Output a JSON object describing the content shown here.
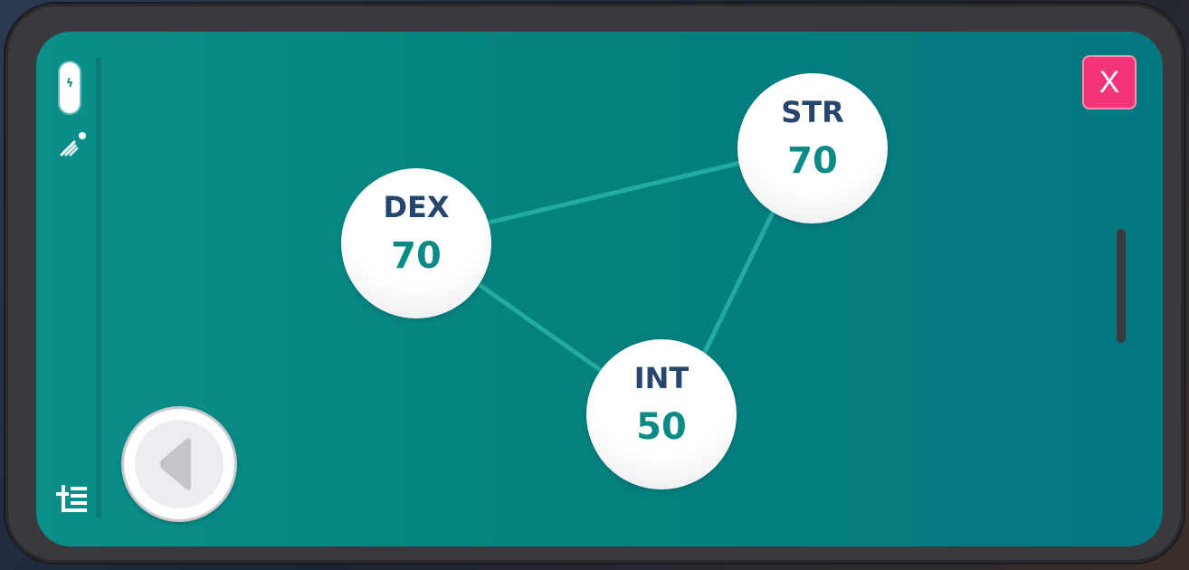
{
  "close_label": "X",
  "stats": {
    "dex": {
      "label": "DEX",
      "value": "70"
    },
    "str": {
      "label": "STR",
      "value": "70"
    },
    "int": {
      "label": "INT",
      "value": "50"
    }
  },
  "icons": {
    "battery": "battery-icon",
    "signal": "signal-icon",
    "tools": "tools-icon",
    "back": "back-arrow-icon"
  },
  "colors": {
    "accent_close": "#f2357a",
    "screen_teal": "#05827f",
    "label_navy": "#27466e",
    "value_teal": "#0c8a85"
  }
}
